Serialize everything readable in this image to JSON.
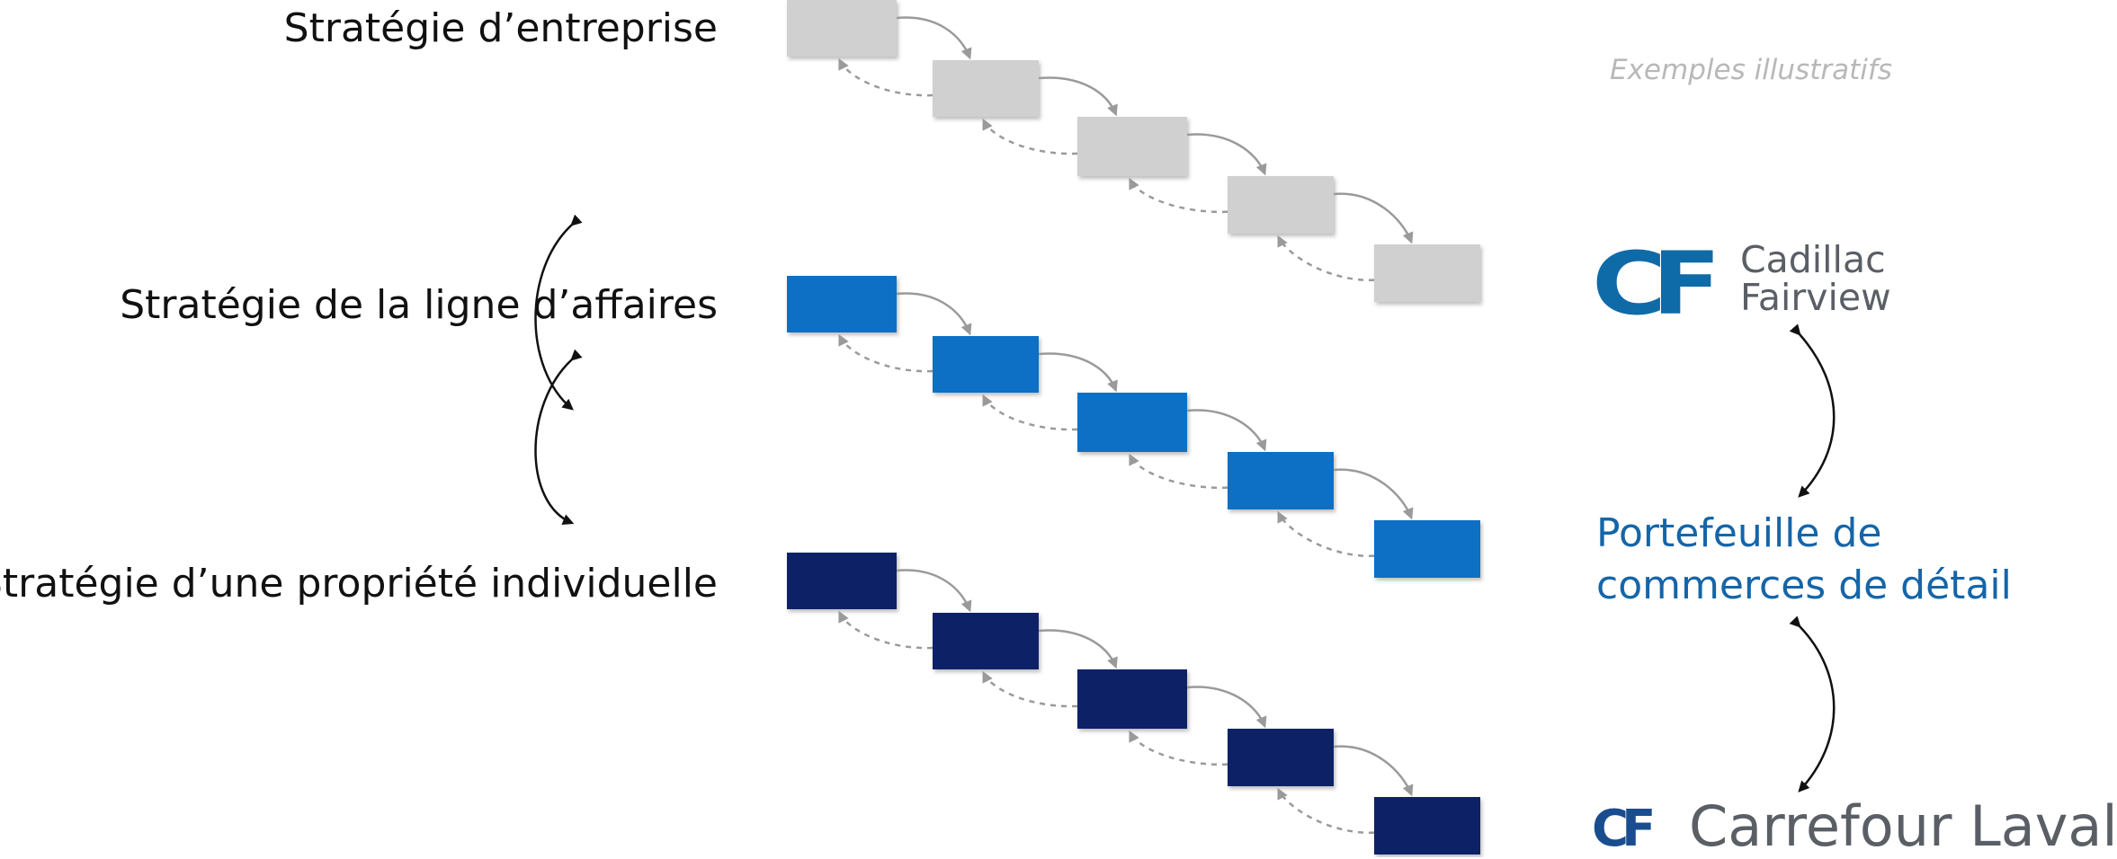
{
  "levels": [
    {
      "label": "Stratégie d’entreprise",
      "color": "#d0d0d0"
    },
    {
      "label": "Stratégie de la ligne d’affaires",
      "color": "#0a70c4"
    },
    {
      "label": "Stratégie d’une propriété individuelle",
      "color": "#0b2266"
    }
  ],
  "note": "Exemples illustratifs",
  "portfolio": {
    "line1": "Portefeuille de",
    "line2": "commerces de détail"
  },
  "logos": {
    "company": {
      "mark": "CF",
      "line1": "Cadillac",
      "line2": "Fairview"
    },
    "property": {
      "mark": "CF",
      "name": "Carrefour Laval"
    }
  },
  "colors": {
    "arrow_gray": "#9a9a9a",
    "arrow_black": "#111111",
    "accent_blue": "#1565a8"
  }
}
